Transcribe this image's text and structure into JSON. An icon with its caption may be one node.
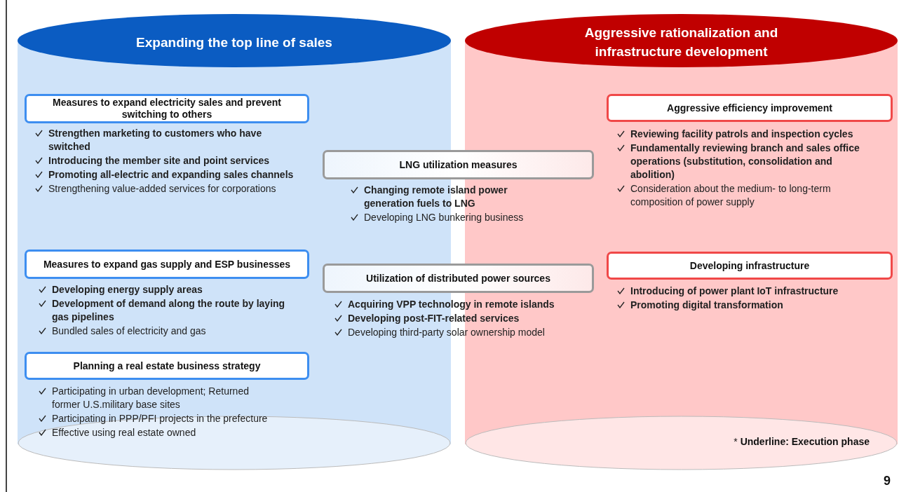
{
  "diagram": {
    "nodes": [
      {
        "text": [
          "Expanding the top line of sales"
        ]
      },
      {
        "text": [
          "Measures to expand electricity sales and prevent switching to others"
        ],
        "in": 0,
        "beside": [
          "**Strengthen marketing to customers who have switched**",
          "**Introducing the member site and point services**",
          "**Promoting all-electric and expanding sales channels**",
          "Strengthening value-added services for corporations"
        ]
      },
      {
        "text": [
          "Measures to expand gas supply and ESP businesses"
        ],
        "in": 0,
        "beside": [
          "**Developing energy supply areas**",
          "**Development of demand along the route by laying gas pipelines**",
          "Bundled sales of electricity and gas"
        ]
      },
      {
        "text": [
          "Planning a real estate business strategy"
        ],
        "in": 0,
        "beside": [
          "Participating in urban development; Returned former U.S.military base sites",
          "Participating in PPP/PFI projects in the prefecture",
          "Effective using real estate owned"
        ]
      },
      {
        "text": [
          "LNG utilization measures"
        ],
        "beside": [
          "**Changing remote island power generation fuels to LNG**",
          "Developing LNG bunkering business"
        ]
      },
      {
        "text": [
          "Utilization of distributed power sources"
        ],
        "beside": [
          "**Acquiring VPP technology in remote islands**",
          "**Developing post-FIT-related services**",
          "Developing third-party solar ownership model"
        ]
      },
      {
        "text": [
          "Aggressive rationalization and infrastructure development"
        ]
      },
      {
        "text": [
          "Aggressive efficiency improvement"
        ],
        "in": 6,
        "beside": [
          "**Reviewing facility patrols and inspection cycles**",
          "**Fundamentally reviewing branch and sales office operations (substitution, consolidation and abolition)**",
          "Consideration about the medium- to long-term composition of power supply"
        ]
      },
      {
        "text": [
          "Developing infrastructure"
        ],
        "in": 6,
        "beside": [
          "**Introducing of power plant IoT infrastructure**",
          "**Promoting digital transformation**"
        ]
      }
    ],
    "edges": [],
    "labels": [
      "* **Underline: Execution phase**",
      "9"
    ]
  }
}
